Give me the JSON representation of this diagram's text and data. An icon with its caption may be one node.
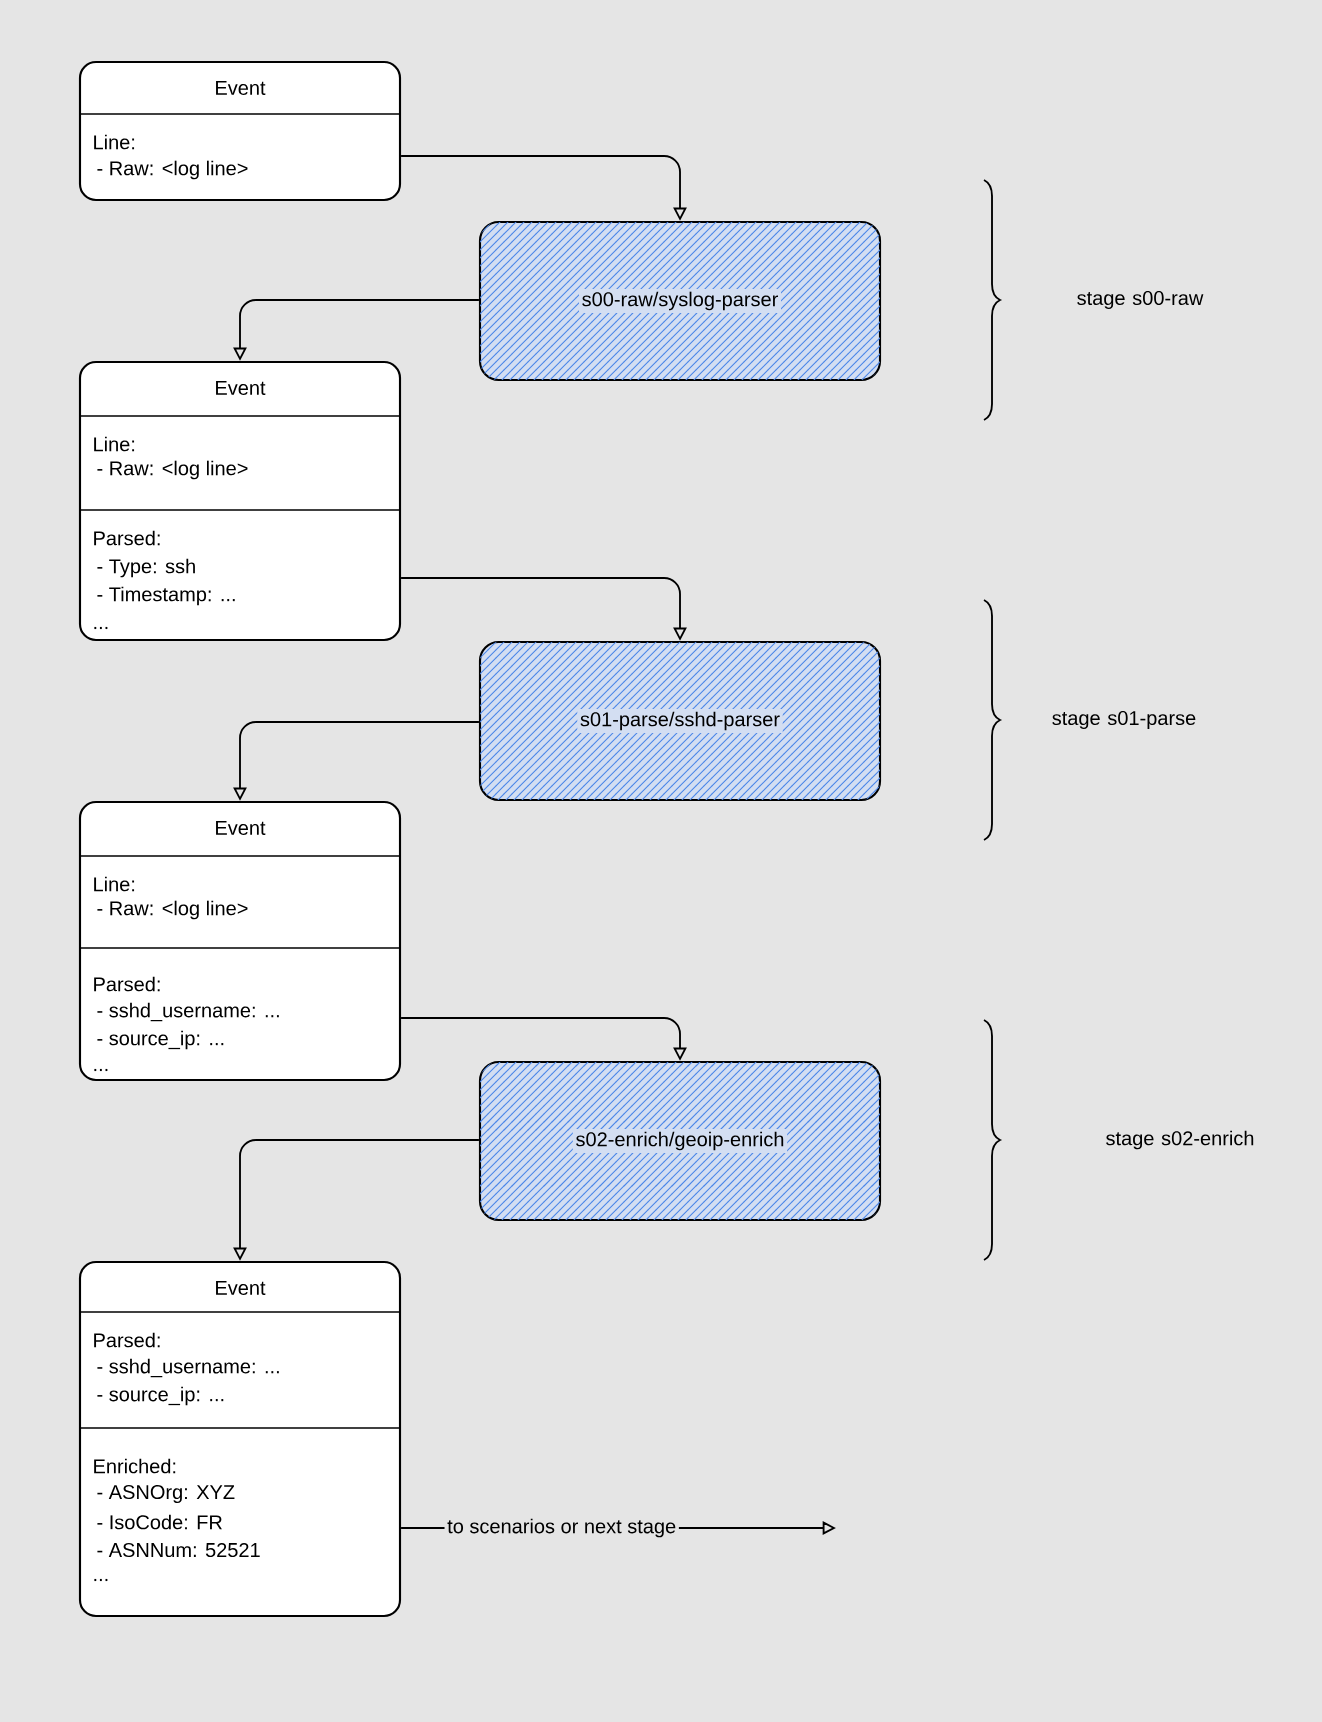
{
  "diagram": {
    "nodes": [
      {
        "text": [
          "Event",
          "Line:",
          "- Raw: <log line>"
        ]
      },
      {
        "text": [
          "s00-raw/syslog-parser"
        ]
      },
      {
        "text": [
          "Event",
          "Line:",
          "- Raw: <log line>",
          "Parsed:",
          "- Type: ssh",
          "- Timestamp: ...",
          "..."
        ]
      },
      {
        "text": [
          "s01-parse/sshd-parser"
        ]
      },
      {
        "text": [
          "Event",
          "Line:",
          "- Raw: <log line>",
          "Parsed:",
          "- sshd_username: ...",
          "- source_ip: ...",
          "..."
        ]
      },
      {
        "text": [
          "s02-enrich/geoip-enrich"
        ]
      },
      {
        "text": [
          "Event",
          "Parsed:",
          "- sshd_username: ...",
          "- source_ip: ...",
          "Enriched:",
          "- ASNOrg: XYZ",
          "- IsoCode: FR",
          "- ASNNum: 52521",
          "..."
        ]
      }
    ],
    "edges": [
      {
        "from": 0,
        "to": 1,
        "arrow": "to"
      },
      {
        "from": 1,
        "to": 2,
        "arrow": "to"
      },
      {
        "from": 2,
        "to": 3,
        "arrow": "to"
      },
      {
        "from": 3,
        "to": 4,
        "arrow": "to"
      },
      {
        "from": 4,
        "to": 5,
        "arrow": "to"
      },
      {
        "from": 5,
        "to": 6,
        "arrow": "to"
      },
      {
        "from": 6,
        "to": null,
        "arrow": "to",
        "label": "to scenarios or next stage"
      }
    ],
    "labels": [
      "stage s00-raw",
      "stage s01-parse",
      "stage s02-enrich"
    ]
  }
}
